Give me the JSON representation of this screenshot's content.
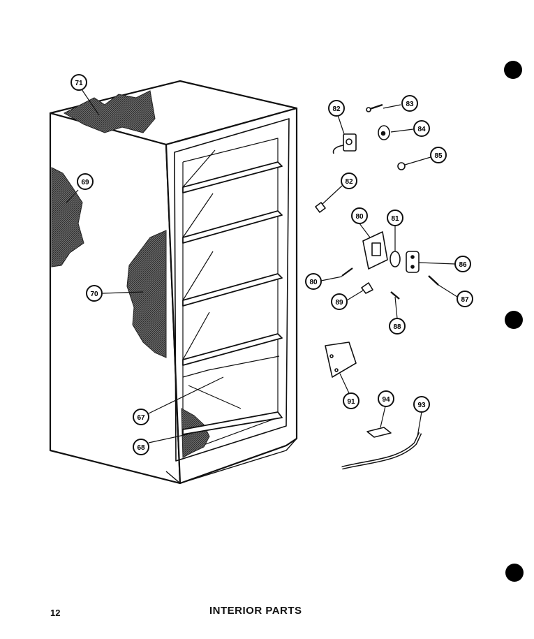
{
  "footer": {
    "page_number": "12",
    "title": "INTERIOR PARTS"
  },
  "callouts": {
    "c71": "71",
    "c69": "69",
    "c70": "70",
    "c67": "67",
    "c68": "68",
    "c82a": "82",
    "c83": "83",
    "c84": "84",
    "c85": "85",
    "c82b": "82",
    "c80a": "80",
    "c81": "81",
    "c86": "86",
    "c80b": "80",
    "c87": "87",
    "c89": "89",
    "c88": "88",
    "c91": "91",
    "c94": "94",
    "c93": "93"
  },
  "colors": {
    "ink": "#111111",
    "insulation": "#555555",
    "paper": "#ffffff"
  }
}
